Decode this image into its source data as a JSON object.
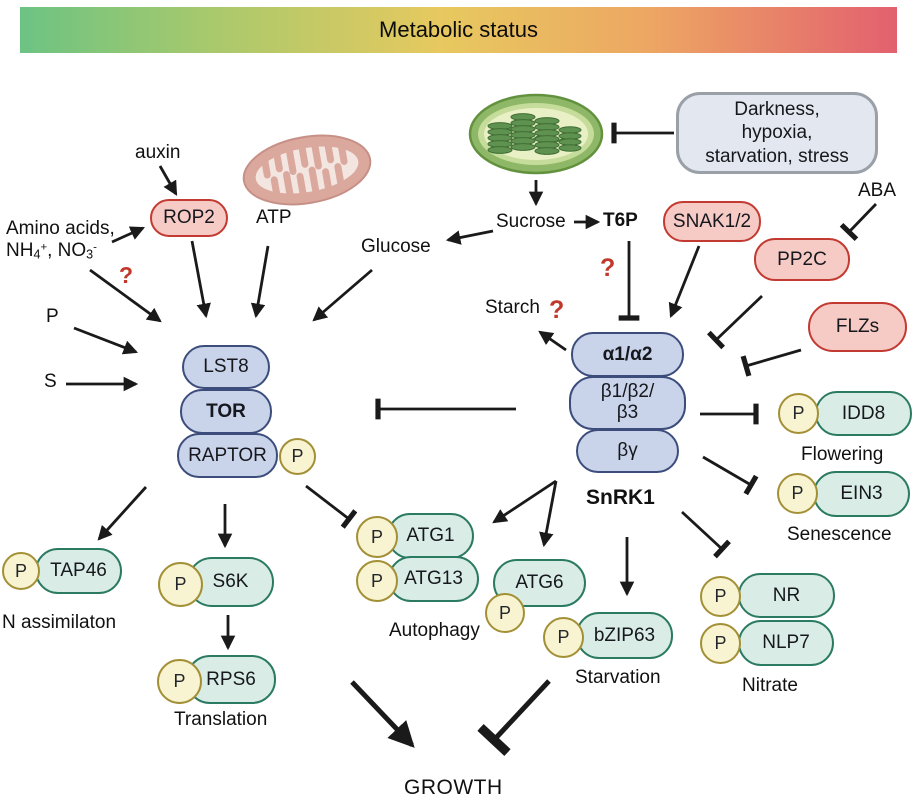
{
  "header": {
    "title": "Metabolic status"
  },
  "inputs": {
    "auxin": "auxin",
    "atp": "ATP",
    "amino_line1": "Amino acids,",
    "nh": "NH",
    "nh_sub": "4",
    "nh_sup": "+",
    "sep": ", ",
    "no": "NO",
    "no_sub": "3",
    "no_sup": "-",
    "p": "P",
    "s": "S",
    "aba": "ABA"
  },
  "sugars": {
    "glucose": "Glucose",
    "sucrose": "Sucrose",
    "t6p": "T6P",
    "starch": "Starch"
  },
  "stress_box": {
    "text": "Darkness,\nhypoxia,\nstarvation, stress"
  },
  "question_mark": "?",
  "tor_complex": {
    "lst8": "LST8",
    "tor": "TOR",
    "raptor": "RAPTOR"
  },
  "snrk1_complex": {
    "alpha": "α1/α2",
    "beta": "β1/β2/\nβ3",
    "beta_gamma": "βγ",
    "label": "SnRK1"
  },
  "regulators": {
    "rop2": "ROP2",
    "snak": "SNAK1/2",
    "pp2c": "PP2C",
    "flzs": "FLZs"
  },
  "phospho": "P",
  "targets": {
    "tap46": "TAP46",
    "s6k": "S6K",
    "rps6": "RPS6",
    "atg1": "ATG1",
    "atg13": "ATG13",
    "atg6": "ATG6",
    "bzip63": "bZIP63",
    "nr": "NR",
    "nlp7": "NLP7",
    "idd8": "IDD8",
    "ein3": "EIN3"
  },
  "process_labels": {
    "n_assimilation": "N assimilaton",
    "translation": "Translation",
    "autophagy": "Autophagy",
    "starvation": "Starvation",
    "nitrate": "Nitrate",
    "flowering": "Flowering",
    "senescence": "Senescence",
    "growth": "GROWTH"
  },
  "colors": {
    "gradient_1": "#6cc383",
    "gradient_2": "#a9c96c",
    "gradient_3": "#e7c95f",
    "gradient_4": "#eda663",
    "gradient_5": "#e3606f",
    "complex_fill": "#c9d3ea",
    "complex_border": "#3c4d7c",
    "inhibitor_fill": "#f6cac5",
    "inhibitor_border": "#c23a31",
    "target_fill": "#d9ede6",
    "target_border": "#2b7a62",
    "phospho_fill": "#f8f3d0",
    "phospho_border": "#a39036",
    "stress_fill": "#e3e8f0",
    "stress_border": "#9aa0a8",
    "question": "#c0392b",
    "arrow": "#1a1a1a"
  }
}
